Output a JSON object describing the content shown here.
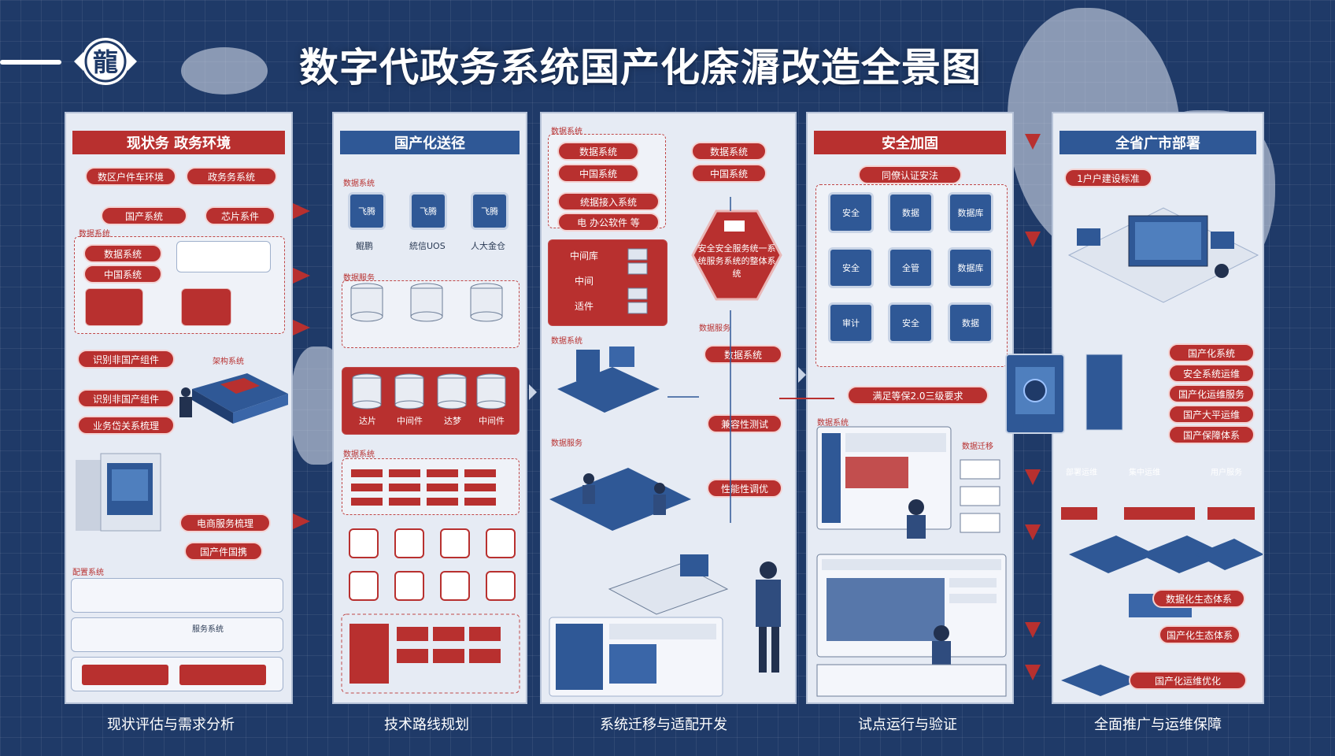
{
  "title": "数字代政务系统国产化庩漘改造全景图",
  "logo_text": "龍",
  "panels": [
    {
      "header": "现状务 政务环境",
      "items": [
        "数区户件车环境",
        "政务务系统",
        "国产系统",
        "芯片系件",
        "数据系统",
        "中国系统",
        "识别非国产组件",
        "识别非国产组件",
        "业务岱关系梳理",
        "电商服务梳理",
        "国产件国携"
      ],
      "small": [
        "数据系统",
        "架构系统",
        "配置系统",
        "服务系统"
      ]
    },
    {
      "header": "国产化送径",
      "chips": [
        "飞腾",
        "飞腾",
        "飞腾"
      ],
      "chip_labels": [
        "鲲鹏",
        "統信UOS",
        "人大金仓"
      ],
      "db_labels": [
        "达片",
        "中间件",
        "达梦",
        "中间件"
      ],
      "small": [
        "数据系统",
        "数据服务",
        "数据系统"
      ]
    },
    {
      "header": "",
      "items": [
        "数据系统",
        "中国系统",
        "数据系统",
        "中国系统",
        "统据接入系统",
        "电 办公软件 等",
        "中间库",
        "中间",
        "适件",
        "兼容性测试",
        "性能性调优"
      ],
      "hex_text": "安全安全服务统一系统服务系统的整体系统",
      "small": [
        "数据系统",
        "数据服务",
        "数据系统",
        "数据系统",
        "数据服务"
      ]
    },
    {
      "header": "安全加固",
      "items": [
        "同僚认证安法",
        "满足等保2.0三级要求"
      ],
      "chips": [
        "安全",
        "数据",
        "数据库",
        "安全",
        "全管",
        "数据库",
        "审计",
        "安全",
        "数据"
      ],
      "small": [
        "数据系统",
        "数据迁移"
      ]
    },
    {
      "header": "全省广市部署",
      "items": [
        "1户户建设标准",
        "国产化系统",
        "安全系统运维",
        "国产化运维服务",
        "国产大平运维",
        "国产保障体系",
        "数据化生态体系",
        "国产化生态体系",
        "国产化运维优化"
      ],
      "small": [
        "部署运维",
        "集中运维",
        "用户服务"
      ]
    }
  ],
  "stages": [
    "现状评估与需求分析",
    "技术路线规划",
    "系统迁移与适配开发",
    "试点运行与验证",
    "全面推广与运维保障"
  ],
  "colors": {
    "bg": "#1f3a68",
    "red": "#b8302f",
    "blue": "#2f5896",
    "panel": "#e6ebf4"
  }
}
